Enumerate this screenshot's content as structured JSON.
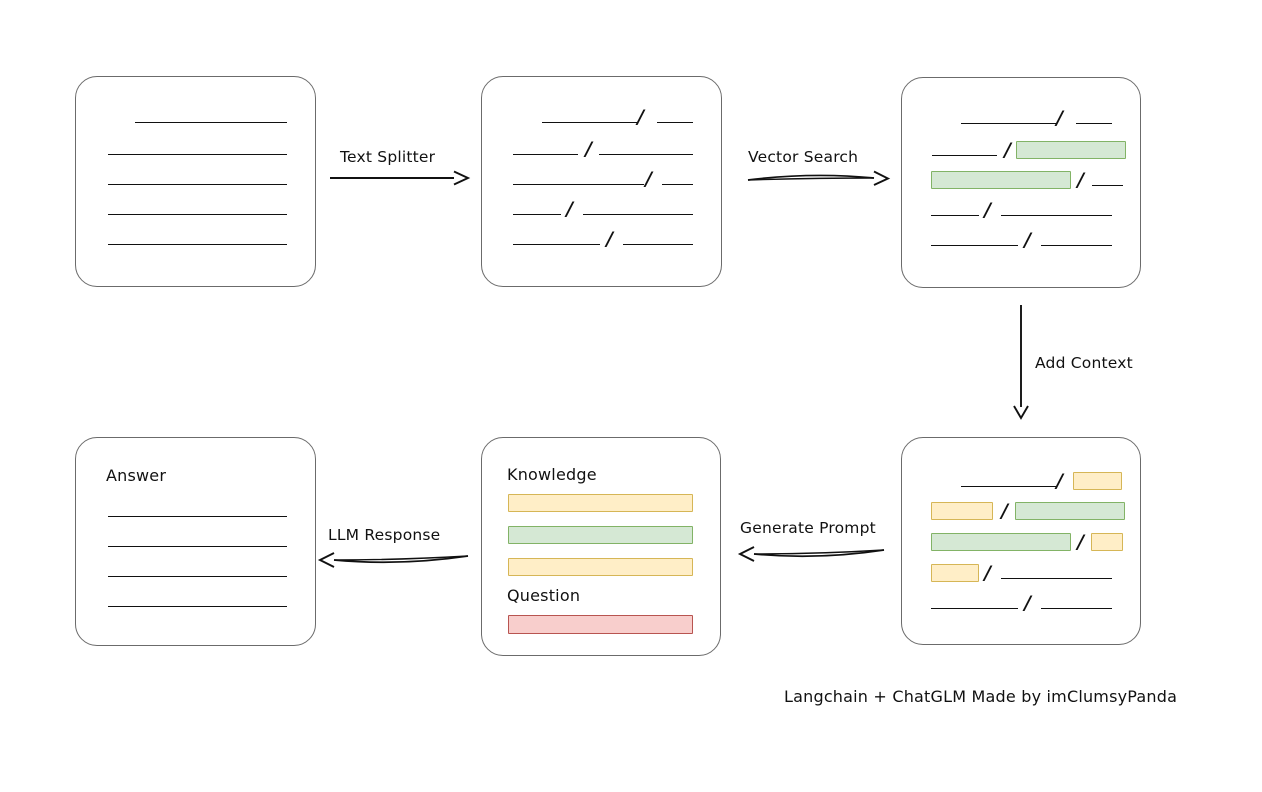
{
  "diagram": {
    "title_footer": "Langchain + ChatGLM Made by imClumsyPanda",
    "nodes": {
      "source_document": {
        "name": "source-document",
        "label": "",
        "lines": 5
      },
      "split_document": {
        "name": "split-document",
        "label": "",
        "lines": 5
      },
      "vector_matched_document": {
        "name": "vector-matched-document",
        "label": "",
        "lines": 5,
        "highlights": "green"
      },
      "context_document": {
        "name": "context-document",
        "label": "",
        "lines": 5,
        "highlights": "green+yellow"
      },
      "prompt_box": {
        "name": "prompt-box",
        "knowledge_label": "Knowledge",
        "question_label": "Question",
        "knowledge_bars": [
          "yellow",
          "green",
          "yellow"
        ],
        "question_bars": [
          "red"
        ]
      },
      "answer_box": {
        "name": "answer-box",
        "label": "Answer",
        "lines": 4
      }
    },
    "edges": [
      {
        "id": "text-splitter",
        "label": "Text Splitter",
        "direction": "right"
      },
      {
        "id": "vector-search",
        "label": "Vector Search",
        "direction": "right"
      },
      {
        "id": "add-context",
        "label": "Add Context",
        "direction": "down"
      },
      {
        "id": "generate-prompt",
        "label": "Generate Prompt",
        "direction": "left"
      },
      {
        "id": "llm-response",
        "label": "LLM Response",
        "direction": "left"
      }
    ],
    "colors": {
      "green_fill": "#d5e8d4",
      "green_stroke": "#82b366",
      "yellow_fill": "#ffeec7",
      "yellow_stroke": "#d6b656",
      "red_fill": "#f8cecc",
      "red_stroke": "#b85450",
      "box_stroke": "#6b6b6b",
      "line_stroke": "#111111",
      "background": "#ffffff"
    }
  }
}
